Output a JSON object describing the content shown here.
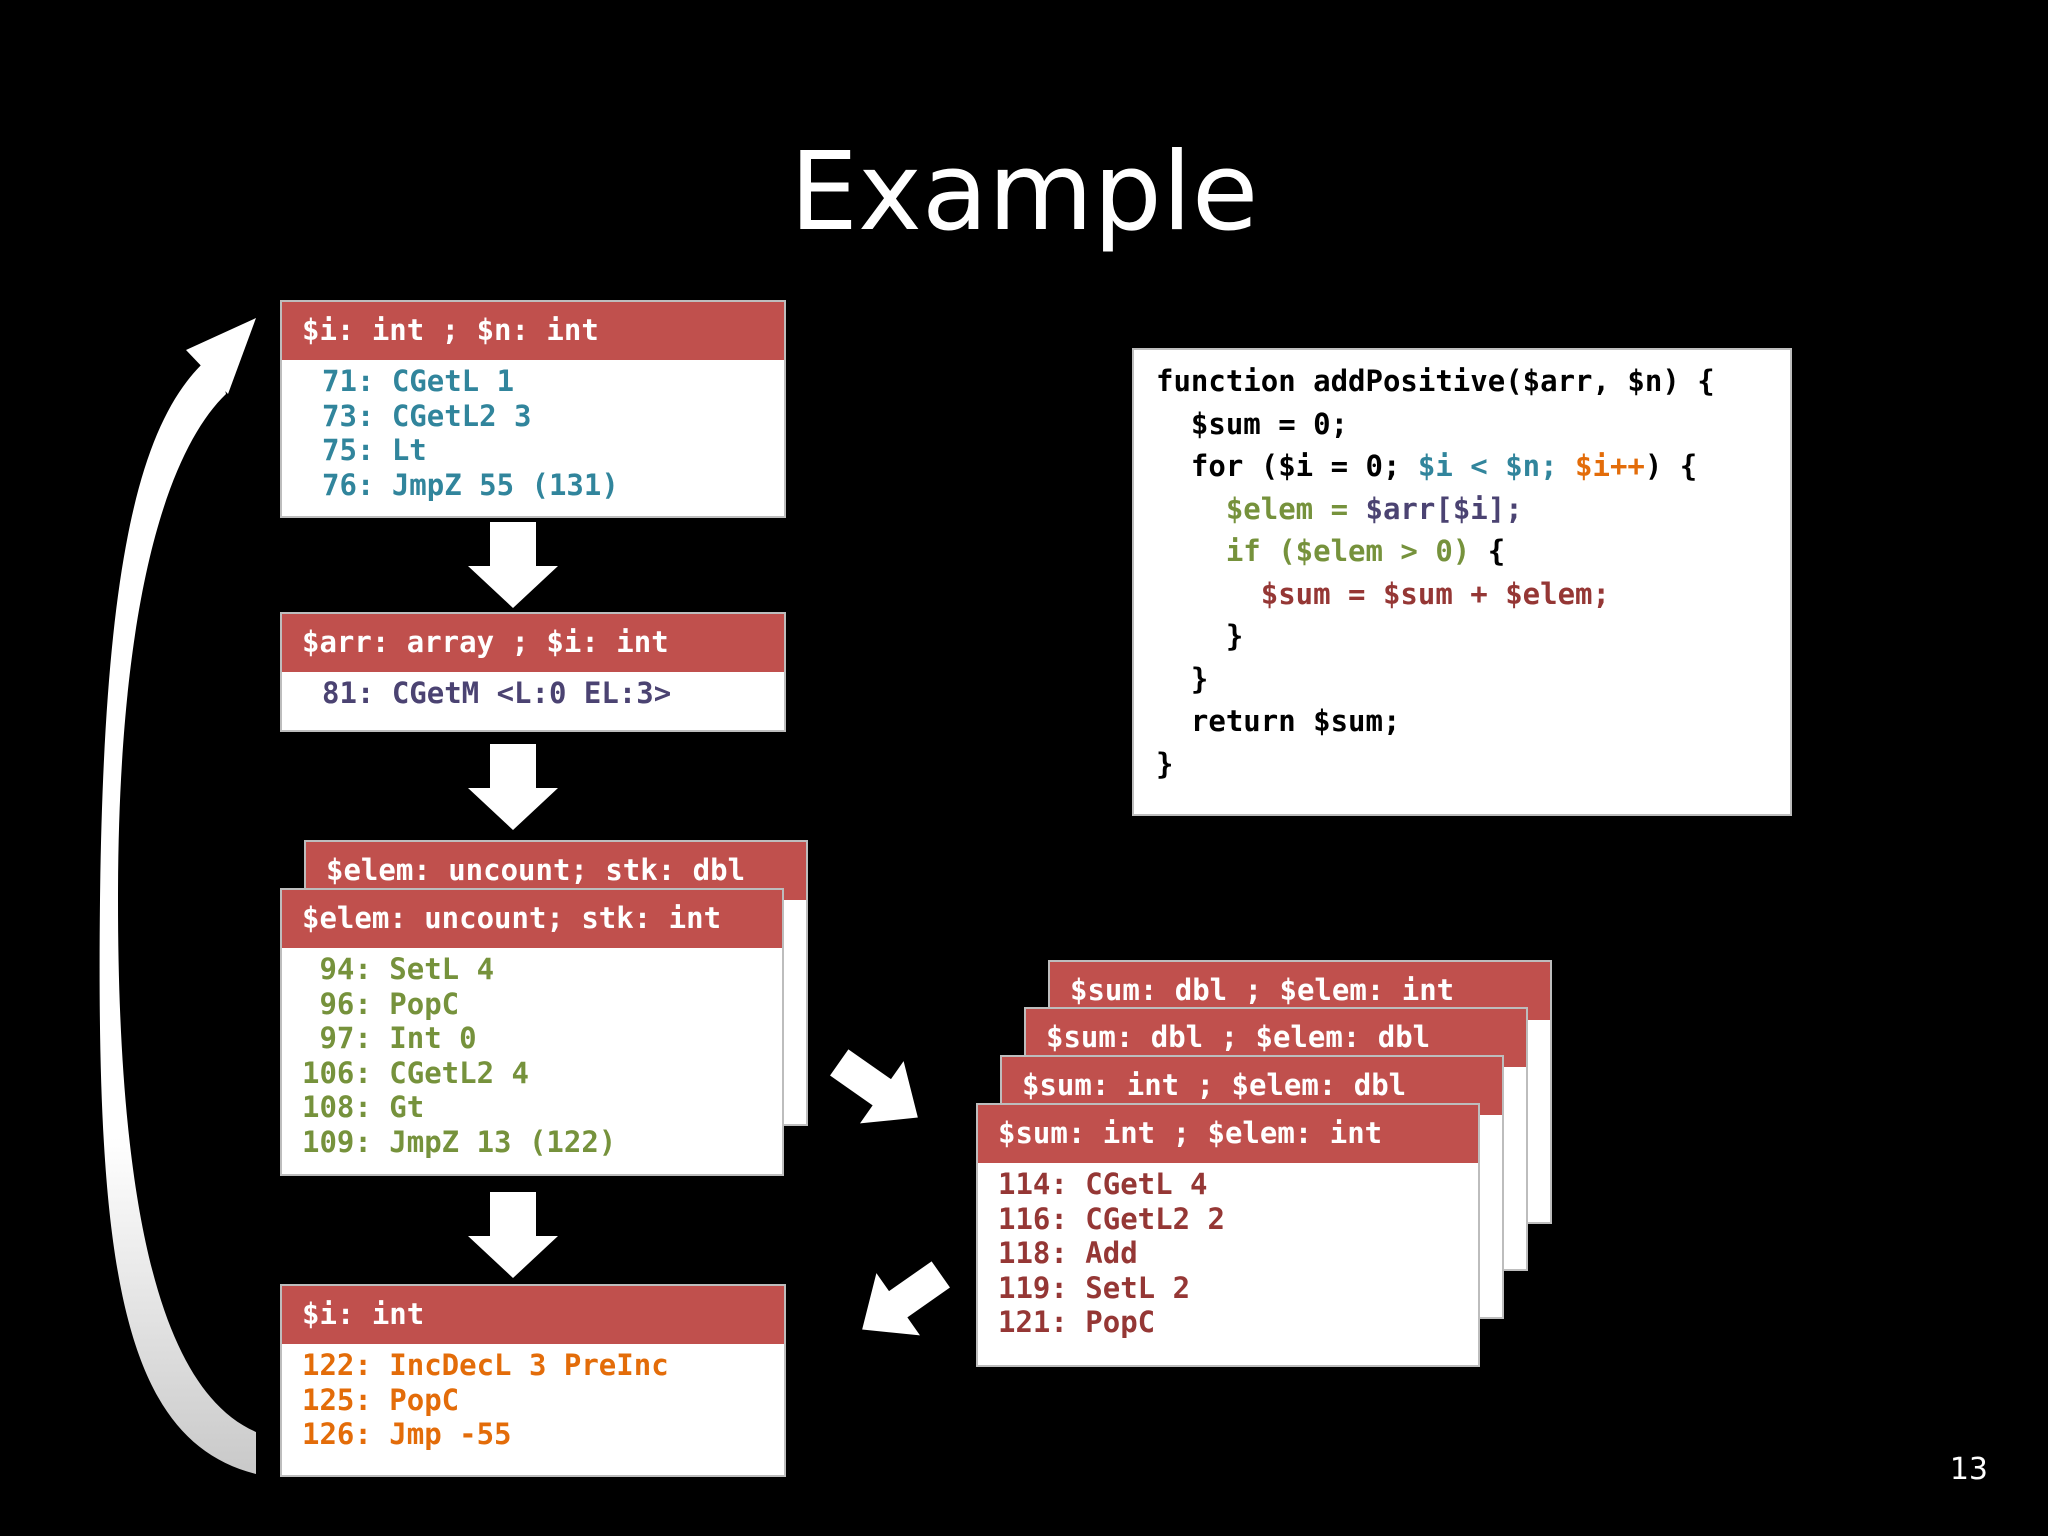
{
  "title": "Example",
  "page_number": "13",
  "blocks": {
    "b1": {
      "header": "$i: int ; $n: int",
      "lines": [
        "71: CGetL 1",
        "73: CGetL2 3",
        "75: Lt",
        "76: JmpZ 55 (131)"
      ]
    },
    "b2": {
      "header": "$arr: array ; $i: int",
      "lines": [
        "81: CGetM <L:0 EL:3>"
      ]
    },
    "b3": {
      "back_header": "$elem: uncount; stk: dbl",
      "header": "$elem: uncount; stk: int",
      "lines": [
        " 94: SetL 4",
        " 96: PopC",
        " 97: Int 0",
        "106: CGetL2 4",
        "108: Gt",
        "109: JmpZ 13 (122)"
      ]
    },
    "b4": {
      "header": "$i: int",
      "lines": [
        "122: IncDecL 3 PreInc",
        "125: PopC",
        "126: Jmp -55"
      ]
    },
    "b5": {
      "stack_headers": [
        "$sum: dbl ; $elem: int",
        "$sum: dbl ; $elem: dbl",
        "$sum: int ; $elem: dbl"
      ],
      "header": "$sum: int ; $elem: int",
      "lines": [
        "114: CGetL 4",
        "116: CGetL2 2",
        "118: Add",
        "119: SetL 2",
        "121: PopC"
      ]
    }
  },
  "code": {
    "l1": "function addPositive($arr, $n) {",
    "l2": "  $sum = 0;",
    "l3a": "  for ($i = 0; ",
    "l3b": "$i < $n; ",
    "l3c": "$i++",
    "l3d": ") {",
    "l4a": "    $elem = ",
    "l4b": "$arr[$i];",
    "l5a": "    if ($elem > 0) ",
    "l5b": "{",
    "l6": "      $sum = $sum + $elem;",
    "l7": "    }",
    "l8": "  }",
    "l9": "  return $sum;",
    "l10": "}"
  },
  "colors": {
    "header_red": "#c0504d",
    "teal": "#31859c",
    "indigo": "#4b4372",
    "olive": "#76923c",
    "dark_red": "#953735",
    "orange": "#e36c09"
  }
}
